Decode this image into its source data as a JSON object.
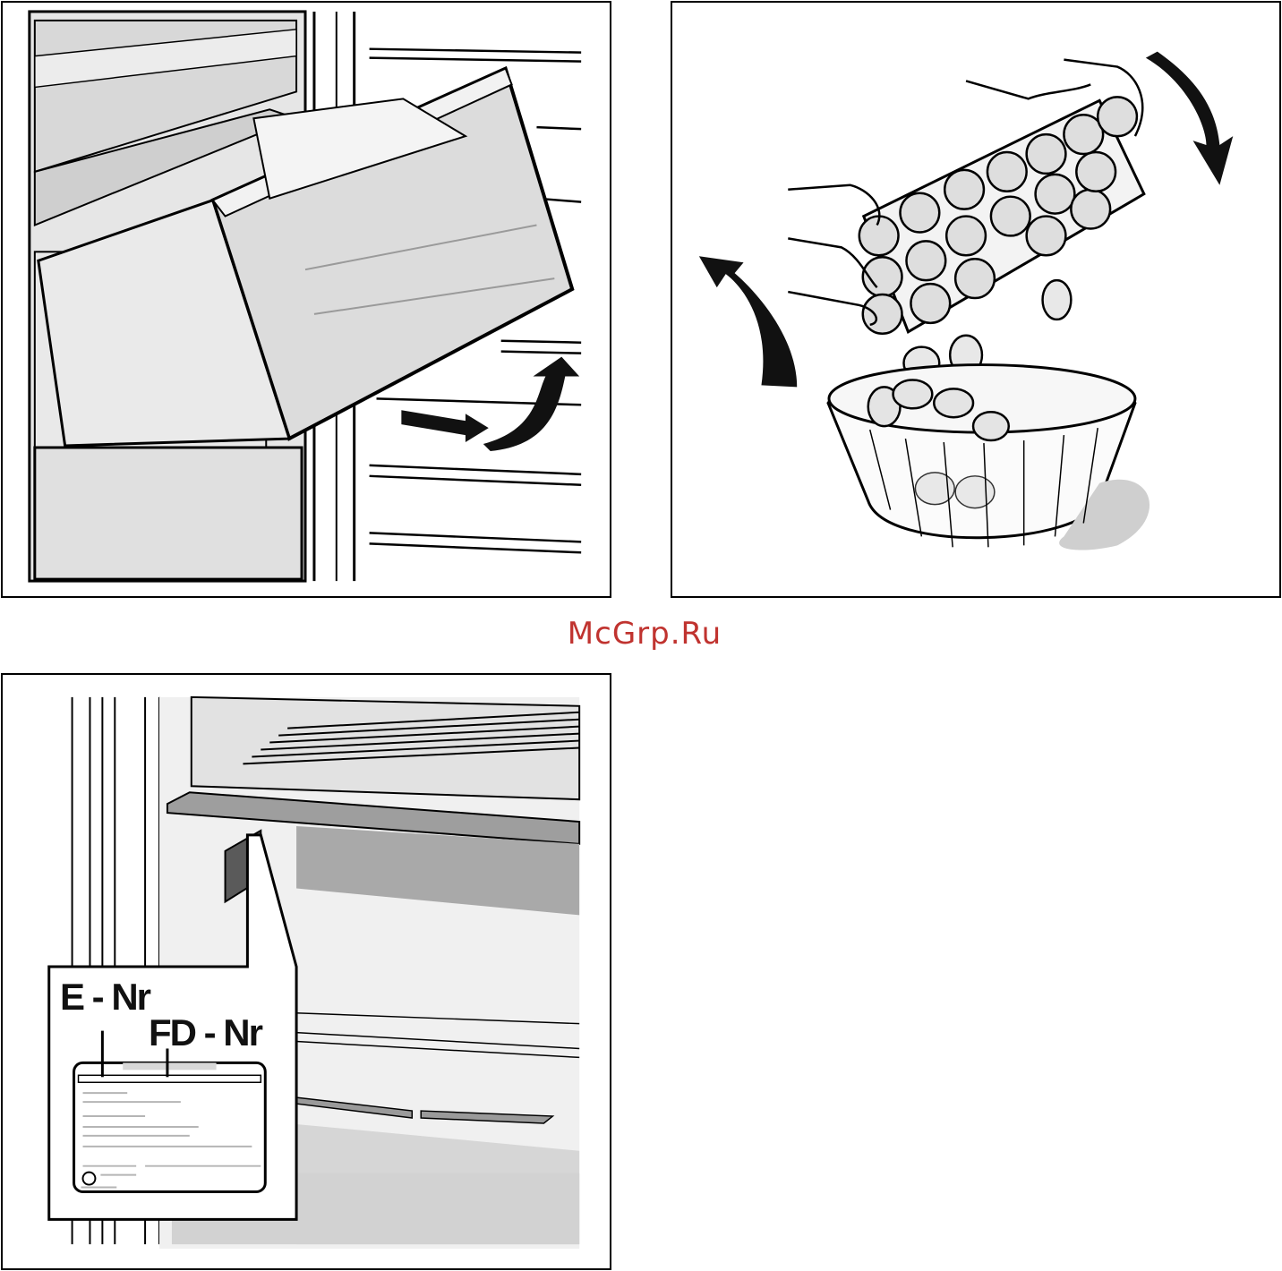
{
  "watermark": {
    "text": "McGrp.Ru",
    "color": "#c0332f"
  },
  "panels": [
    {
      "id": "drawer",
      "icon": "drawer-removal-illustration"
    },
    {
      "id": "ice",
      "icon": "ice-cube-tray-illustration"
    },
    {
      "id": "plate",
      "icon": "rating-plate-location-illustration"
    }
  ],
  "rating_plate": {
    "e_nr_label": "E - Nr",
    "fd_nr_label": "FD - Nr"
  }
}
